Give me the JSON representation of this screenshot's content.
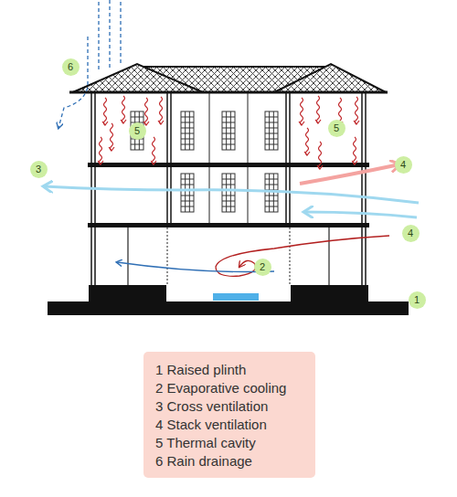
{
  "diagram": {
    "labels": [
      "6",
      "5",
      "5",
      "3",
      "4",
      "4",
      "2",
      "1"
    ],
    "legend": [
      {
        "text": "1 Raised plinth"
      },
      {
        "text": "2 Evaporative cooling"
      },
      {
        "text": "3 Cross ventilation"
      },
      {
        "text": "4 Stack ventilation"
      },
      {
        "text": "5 Thermal cavity"
      },
      {
        "text": "6 Rain drainage"
      }
    ]
  }
}
